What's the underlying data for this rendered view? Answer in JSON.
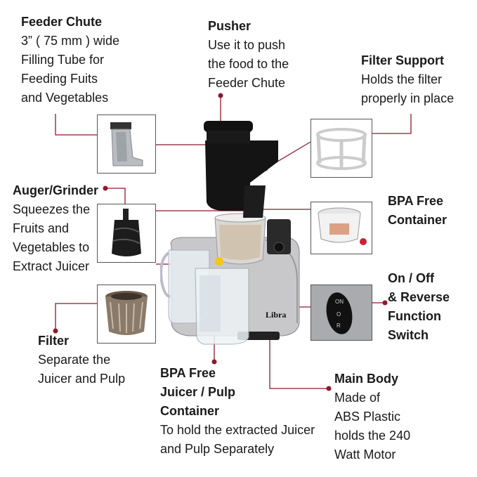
{
  "callouts": {
    "feeder_chute": {
      "title": "Feeder Chute",
      "desc": "3” ( 75 mm ) wide\nFilling Tube for\nFeeding Fuits\nand Vegetables"
    },
    "pusher": {
      "title": "Pusher",
      "desc": "Use it to push\nthe food to the\nFeeder Chute"
    },
    "filter_support": {
      "title": "Filter Support",
      "desc": "Holds the filter\nproperly in place"
    },
    "auger": {
      "title": "Auger/Grinder",
      "desc": "Squeezes the\nFruits and\nVegetables to\nExtract Juicer"
    },
    "bpa_container": {
      "title": "BPA Free\nContainer",
      "desc": ""
    },
    "switch": {
      "title": "On / Off\n& Reverse\nFunction\nSwitch",
      "desc": ""
    },
    "filter": {
      "title": "Filter",
      "desc": "Separate the\nJuicer and Pulp"
    },
    "juice_pulp": {
      "title": "BPA Free\nJuicer / Pulp\nContainer",
      "desc": "To hold the extracted Juicer\nand Pulp Separately"
    },
    "main_body": {
      "title": "Main Body",
      "desc": "Made of\nABS Plastic\nholds the 240\nWatt Motor"
    }
  },
  "product": {
    "brand": "Libra"
  },
  "colors": {
    "line": "#8b1a2b",
    "body": "#c9c9cc",
    "black": "#111111"
  }
}
